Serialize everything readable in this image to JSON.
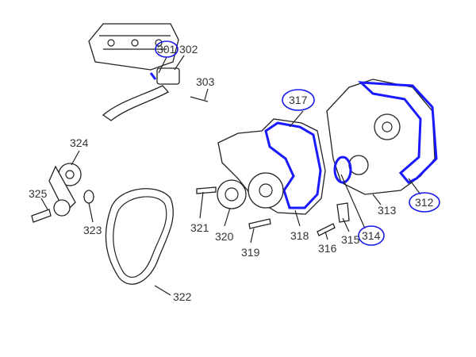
{
  "diagram": {
    "title": "Engine front cover and accessory drive parts",
    "highlight_color": "#1a1ae6",
    "callouts": [
      {
        "id": "301",
        "label": "301",
        "circled": true
      },
      {
        "id": "302",
        "label": "302",
        "circled": false
      },
      {
        "id": "303",
        "label": "303",
        "circled": false
      },
      {
        "id": "317",
        "label": "317",
        "circled": true
      },
      {
        "id": "312",
        "label": "312",
        "circled": true
      },
      {
        "id": "313",
        "label": "313",
        "circled": false
      },
      {
        "id": "314",
        "label": "314",
        "circled": true
      },
      {
        "id": "315",
        "label": "315",
        "circled": false
      },
      {
        "id": "316",
        "label": "316",
        "circled": false
      },
      {
        "id": "318",
        "label": "318",
        "circled": false
      },
      {
        "id": "319",
        "label": "319",
        "circled": false
      },
      {
        "id": "320",
        "label": "320",
        "circled": false
      },
      {
        "id": "321",
        "label": "321",
        "circled": false
      },
      {
        "id": "322",
        "label": "322",
        "circled": false
      },
      {
        "id": "323",
        "label": "323",
        "circled": false
      },
      {
        "id": "324",
        "label": "324",
        "circled": false
      },
      {
        "id": "325",
        "label": "325",
        "circled": false
      }
    ]
  }
}
